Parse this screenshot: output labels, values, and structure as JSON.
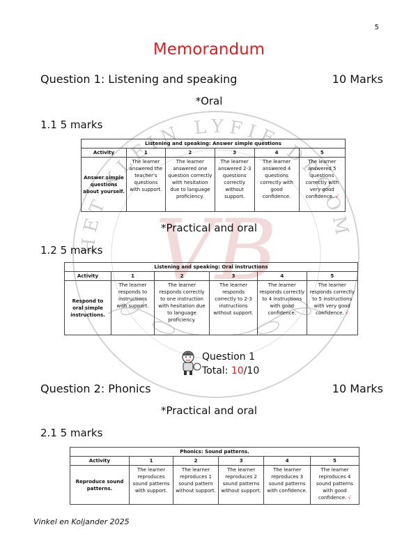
{
  "page_number": "5",
  "title": "Memorandum",
  "question1": {
    "heading": "Question 1: Listening and speaking",
    "marks": "10 Marks",
    "mode_oral": "*Oral",
    "s1_label": "1.1  5 marks",
    "table1": {
      "caption": "Listening and speaking: Answer simple questions",
      "headers": [
        "Activity",
        "1",
        "2",
        "3",
        "4",
        "5"
      ],
      "activity": "Answer simple questions about yourself.",
      "cells": [
        "The learner answered the teacher's questions with support.",
        "The learner answered one question correctly with hesitation due to language proficiency.",
        "The learner answered 2-3 questions correctly without support.",
        "The learner answered 4 questions correctly with good confidence.",
        "The learner answered 5 questions correctly with very good confidence."
      ],
      "tick": "√"
    },
    "mode_practical": "*Practical and oral",
    "s2_label": "1.2  5 marks",
    "table2": {
      "caption": "Listening and speaking: Oral instructions",
      "headers": [
        "Activity",
        "1",
        "2",
        "3",
        "4",
        "5"
      ],
      "activity": "Respond to oral simple instructions.",
      "cells": [
        "The learner responds to instructions with support.",
        "The learner responds correctly to one instruction with hesitation due to language proficiency.",
        "The learner responds correctly to 2-3 instructions without support.",
        "The learner responds correctly to 4 instructions with good confidence.",
        "The learner responds correctly to 5 instructions with very good confidence."
      ],
      "tick": "√"
    },
    "total_title": "Question 1",
    "total_label": "Total: ",
    "total_score": "10",
    "total_max": "/10"
  },
  "question2": {
    "heading": "Question 2: Phonics",
    "marks": "10 Marks",
    "mode_practical": "*Practical and oral",
    "s1_label": "2.1  5 marks",
    "table1": {
      "caption": "Phonics: Sound patterns.",
      "headers": [
        "Activity",
        "1",
        "2",
        "3",
        "4",
        "5"
      ],
      "activity": "Reproduce sound patterns.",
      "cells": [
        "The learner reproduces sound patterns with support.",
        "The learner reproduces 1 sound pattern without support.",
        "The learner reproduces 2 sound patterns without support.",
        "The learner reproduces 3 sound patterns with confidence.",
        "The learner reproduces 4 sound patterns with good confidence."
      ],
      "tick": "√"
    }
  },
  "watermark": {
    "ring_text": "HET KLEIN LYFIE DROOM",
    "initials": "VB"
  },
  "footer": "Vinkel en Koljander 2025",
  "colors": {
    "accent": "#e02020",
    "watermark": "#c8c8c8",
    "watermark_pink": "#e9b8b8"
  }
}
